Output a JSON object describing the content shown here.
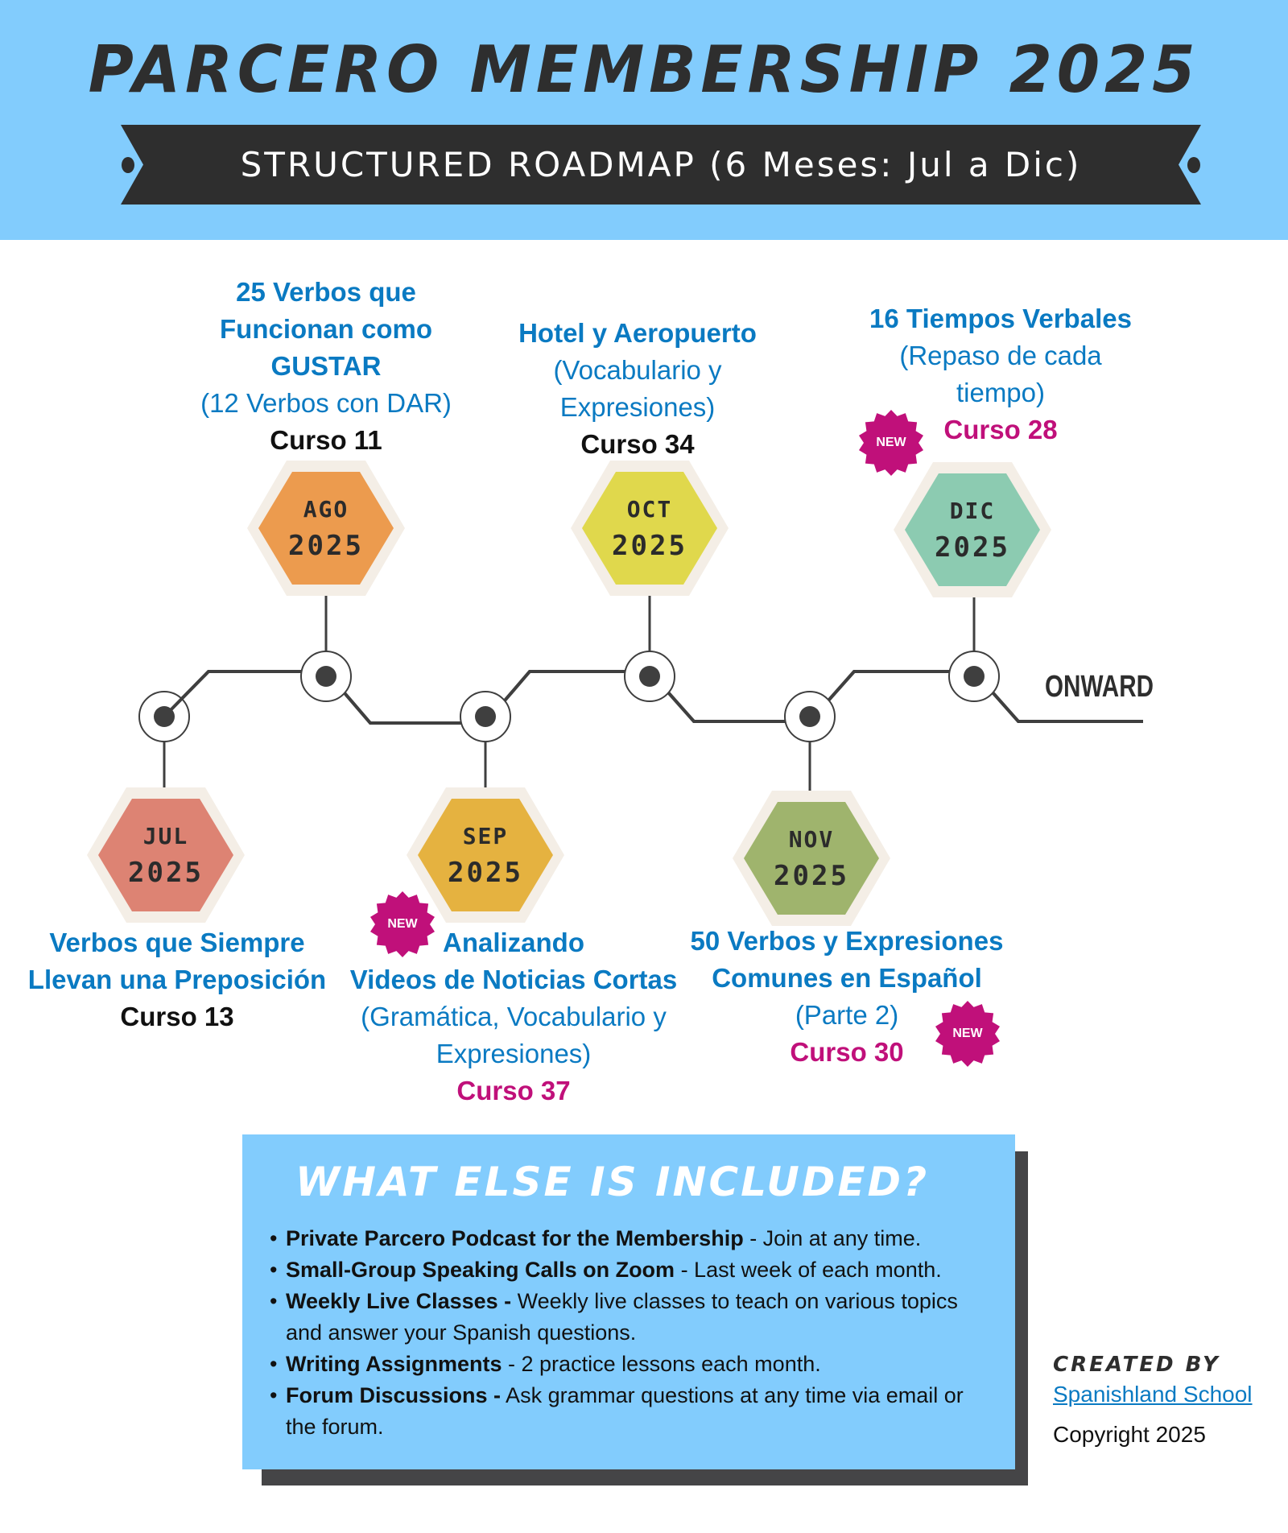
{
  "header": {
    "title": "PARCERO MEMBERSHIP 2025",
    "subtitle": "STRUCTURED ROADMAP (6 Meses: Jul a Dic)",
    "background_color": "#82ccfd",
    "banner_color": "#2e2e2e"
  },
  "timeline": {
    "end_label": "ONWARD",
    "months": [
      {
        "month": "JUL",
        "year": "2025",
        "color": "#dd8373",
        "title_lines": [
          "Verbos que Siempre",
          "Llevan una Preposición"
        ],
        "sub_lines": [],
        "course": "Curso 13",
        "is_new": false
      },
      {
        "month": "AGO",
        "year": "2025",
        "color": "#ec9b4e",
        "title_lines": [
          "25 Verbos que",
          "Funcionan como",
          "GUSTAR"
        ],
        "sub_lines": [
          "(12 Verbos con DAR)"
        ],
        "course": "Curso 11",
        "is_new": false
      },
      {
        "month": "SEP",
        "year": "2025",
        "color": "#e5b240",
        "title_lines": [
          "Analizando",
          "Videos de Noticias Cortas"
        ],
        "sub_lines": [
          "(Gramática, Vocabulario y",
          "Expresiones)"
        ],
        "course": "Curso 37",
        "is_new": true
      },
      {
        "month": "OCT",
        "year": "2025",
        "color": "#e0d84c",
        "title_lines": [
          "Hotel y Aeropuerto"
        ],
        "sub_lines": [
          "(Vocabulario y",
          "Expresiones)"
        ],
        "course": "Curso 34",
        "is_new": false
      },
      {
        "month": "NOV",
        "year": "2025",
        "color": "#9fb46d",
        "title_lines": [
          "50 Verbos y Expresiones",
          "Comunes en Español"
        ],
        "sub_lines": [
          "(Parte 2)"
        ],
        "course": "Curso 30",
        "is_new": true
      },
      {
        "month": "DIC",
        "year": "2025",
        "color": "#8ccbb1",
        "title_lines": [
          "16 Tiempos Verbales"
        ],
        "sub_lines": [
          "(Repaso de cada",
          "tiempo)"
        ],
        "course": "Curso 28",
        "is_new": true
      }
    ]
  },
  "badge": {
    "label": "NEW",
    "color": "#c0107a"
  },
  "included": {
    "title": "WHAT ELSE IS INCLUDED?",
    "items": [
      {
        "bold": "Private Parcero Podcast for the Membership",
        "text": " - Join at any time."
      },
      {
        "bold": "Small-Group Speaking Calls on Zoom",
        "text": " - Last week of each month."
      },
      {
        "bold": "Weekly Live Classes -",
        "text": " Weekly live classes to teach on various topics and answer your Spanish questions."
      },
      {
        "bold": "Writing Assignments",
        "text": " - 2 practice lessons each month."
      },
      {
        "bold": "Forum Discussions -",
        "text": " Ask grammar questions at any time via email or the forum."
      }
    ]
  },
  "credits": {
    "created_by": "CREATED BY",
    "school": "Spanishland School",
    "copyright": "Copyright 2025"
  }
}
